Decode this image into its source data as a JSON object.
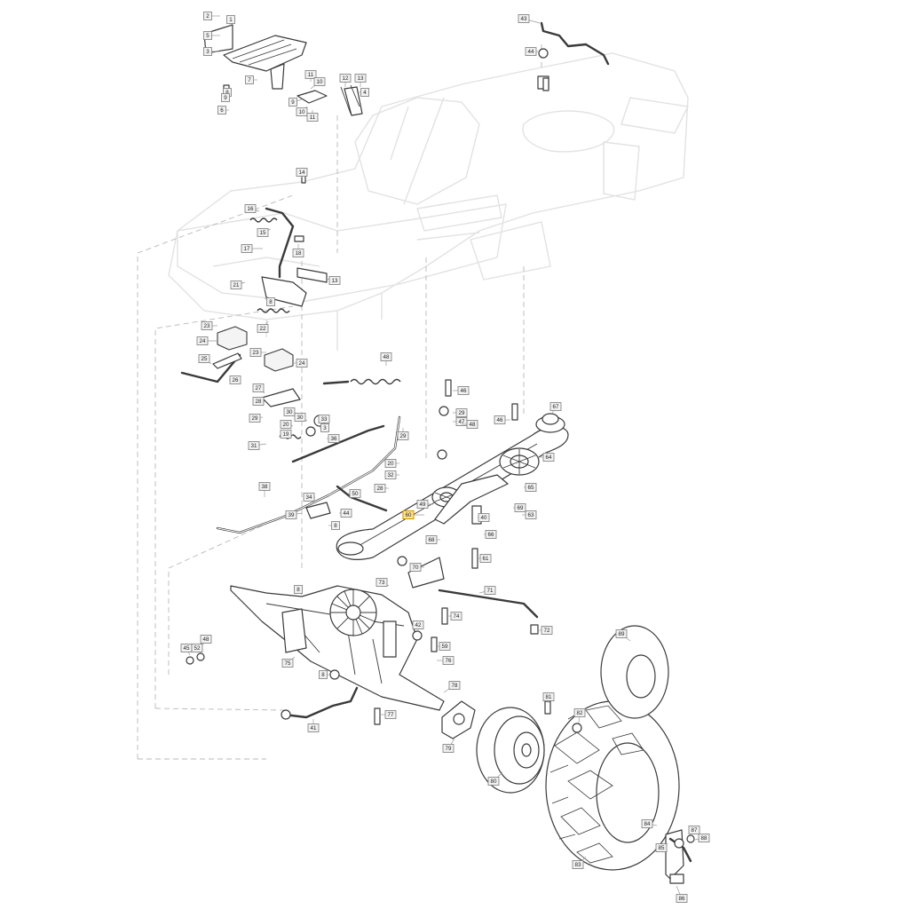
{
  "callouts": [
    {
      "id": "c-2",
      "text": "2"
    },
    {
      "id": "c-1",
      "text": "1"
    },
    {
      "id": "c-5",
      "text": "5"
    },
    {
      "id": "c-3",
      "text": "3"
    },
    {
      "id": "c-7",
      "text": "7"
    },
    {
      "id": "c-11a",
      "text": "11"
    },
    {
      "id": "c-10a",
      "text": "10"
    },
    {
      "id": "c-12",
      "text": "12"
    },
    {
      "id": "c-13",
      "text": "13"
    },
    {
      "id": "c-9",
      "text": "9"
    },
    {
      "id": "c-8",
      "text": "8"
    },
    {
      "id": "c-6",
      "text": "6"
    },
    {
      "id": "c-4",
      "text": "4"
    },
    {
      "id": "c-9b",
      "text": "9"
    },
    {
      "id": "c-10b",
      "text": "10"
    },
    {
      "id": "c-11b",
      "text": "11"
    },
    {
      "id": "c-43",
      "text": "43"
    },
    {
      "id": "c-44",
      "text": "44"
    },
    {
      "id": "c-14",
      "text": "14"
    },
    {
      "id": "c-16",
      "text": "16"
    },
    {
      "id": "c-15",
      "text": "15"
    },
    {
      "id": "c-17",
      "text": "17"
    },
    {
      "id": "c-18",
      "text": "18"
    },
    {
      "id": "c-13b",
      "text": "13"
    },
    {
      "id": "c-21",
      "text": "21"
    },
    {
      "id": "c-8b",
      "text": "8"
    },
    {
      "id": "c-22",
      "text": "22"
    },
    {
      "id": "c-23",
      "text": "23"
    },
    {
      "id": "c-24",
      "text": "24"
    },
    {
      "id": "c-23b",
      "text": "23"
    },
    {
      "id": "c-24b",
      "text": "24"
    },
    {
      "id": "c-25",
      "text": "25"
    },
    {
      "id": "c-26",
      "text": "26"
    },
    {
      "id": "c-48",
      "text": "48"
    },
    {
      "id": "c-27",
      "text": "27"
    },
    {
      "id": "c-28",
      "text": "28"
    },
    {
      "id": "c-29",
      "text": "29"
    },
    {
      "id": "c-30",
      "text": "30"
    },
    {
      "id": "c-30b",
      "text": "30"
    },
    {
      "id": "c-20",
      "text": "20"
    },
    {
      "id": "c-19",
      "text": "19"
    },
    {
      "id": "c-31",
      "text": "31"
    },
    {
      "id": "c-33",
      "text": "33"
    },
    {
      "id": "c-36",
      "text": "36"
    },
    {
      "id": "c-3b",
      "text": "3"
    },
    {
      "id": "c-29b",
      "text": "29"
    },
    {
      "id": "c-46",
      "text": "46"
    },
    {
      "id": "c-29c",
      "text": "29"
    },
    {
      "id": "c-47",
      "text": "47"
    },
    {
      "id": "c-46b",
      "text": "46"
    },
    {
      "id": "c-48b",
      "text": "48"
    },
    {
      "id": "c-67",
      "text": "67"
    },
    {
      "id": "c-20b",
      "text": "20"
    },
    {
      "id": "c-32",
      "text": "32"
    },
    {
      "id": "c-28b",
      "text": "28"
    },
    {
      "id": "c-64",
      "text": "64"
    },
    {
      "id": "c-65",
      "text": "65"
    },
    {
      "id": "c-38",
      "text": "38"
    },
    {
      "id": "c-34",
      "text": "34"
    },
    {
      "id": "c-50",
      "text": "50"
    },
    {
      "id": "c-49",
      "text": "49"
    },
    {
      "id": "c-69",
      "text": "69"
    },
    {
      "id": "c-63",
      "text": "63"
    },
    {
      "id": "c-39",
      "text": "39"
    },
    {
      "id": "c-44b",
      "text": "44"
    },
    {
      "id": "c-60",
      "text": "60"
    },
    {
      "id": "c-8c",
      "text": "8"
    },
    {
      "id": "c-40",
      "text": "40"
    },
    {
      "id": "c-66",
      "text": "66"
    },
    {
      "id": "c-68",
      "text": "68"
    },
    {
      "id": "c-61",
      "text": "61"
    },
    {
      "id": "c-70",
      "text": "70"
    },
    {
      "id": "c-71",
      "text": "71"
    },
    {
      "id": "c-73",
      "text": "73"
    },
    {
      "id": "c-8d",
      "text": "8"
    },
    {
      "id": "c-74",
      "text": "74"
    },
    {
      "id": "c-72",
      "text": "72"
    },
    {
      "id": "c-42",
      "text": "42"
    },
    {
      "id": "c-59",
      "text": "59"
    },
    {
      "id": "c-48c",
      "text": "48"
    },
    {
      "id": "c-45",
      "text": "45"
    },
    {
      "id": "c-52",
      "text": "52"
    },
    {
      "id": "c-75",
      "text": "75"
    },
    {
      "id": "c-76",
      "text": "76"
    },
    {
      "id": "c-8e",
      "text": "8"
    },
    {
      "id": "c-77",
      "text": "77"
    },
    {
      "id": "c-41",
      "text": "41"
    },
    {
      "id": "c-78",
      "text": "78"
    },
    {
      "id": "c-79",
      "text": "79"
    },
    {
      "id": "c-81",
      "text": "81"
    },
    {
      "id": "c-82",
      "text": "82"
    },
    {
      "id": "c-80",
      "text": "80"
    },
    {
      "id": "c-89",
      "text": "89"
    },
    {
      "id": "c-83",
      "text": "83"
    },
    {
      "id": "c-84",
      "text": "84"
    },
    {
      "id": "c-85",
      "text": "85"
    },
    {
      "id": "c-87",
      "text": "87"
    },
    {
      "id": "c-88",
      "text": "88"
    },
    {
      "id": "c-86",
      "text": "86"
    }
  ],
  "highlight_callout": "60",
  "colors": {
    "line": "#3a3a3a",
    "frame_ghost": "#e2e2e2",
    "label_fill": "#f1f1f1",
    "highlight_fill": "#ffe48a"
  }
}
